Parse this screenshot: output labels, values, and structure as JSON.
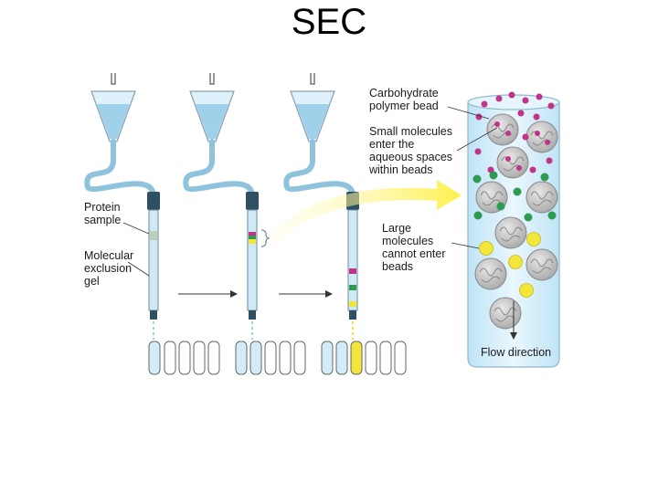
{
  "title": "SEC",
  "labels": {
    "protein_sample": [
      "Protein",
      "sample"
    ],
    "molecular_exclusion_gel": [
      "Molecular",
      "exclusion",
      "gel"
    ],
    "carbohydrate_bead": [
      "Carbohydrate",
      "polymer bead"
    ],
    "small_molecules": [
      "Small molecules",
      "enter the",
      "aqueous spaces",
      "within beads"
    ],
    "large_molecules": [
      "Large",
      "molecules",
      "cannot enter",
      "beads"
    ],
    "flow_direction": "Flow direction"
  },
  "colors": {
    "solvent": "#a9d8ee",
    "tube_outline": "#6f8a99",
    "connector": "#2f4f63",
    "small_molecule": "#c2338a",
    "medium_molecule": "#2f9a52",
    "large_molecule": "#f2e63a",
    "bead": "#bcbcbc",
    "column_fill": "#d6eefa",
    "flow_arrow": "#fff06a"
  }
}
